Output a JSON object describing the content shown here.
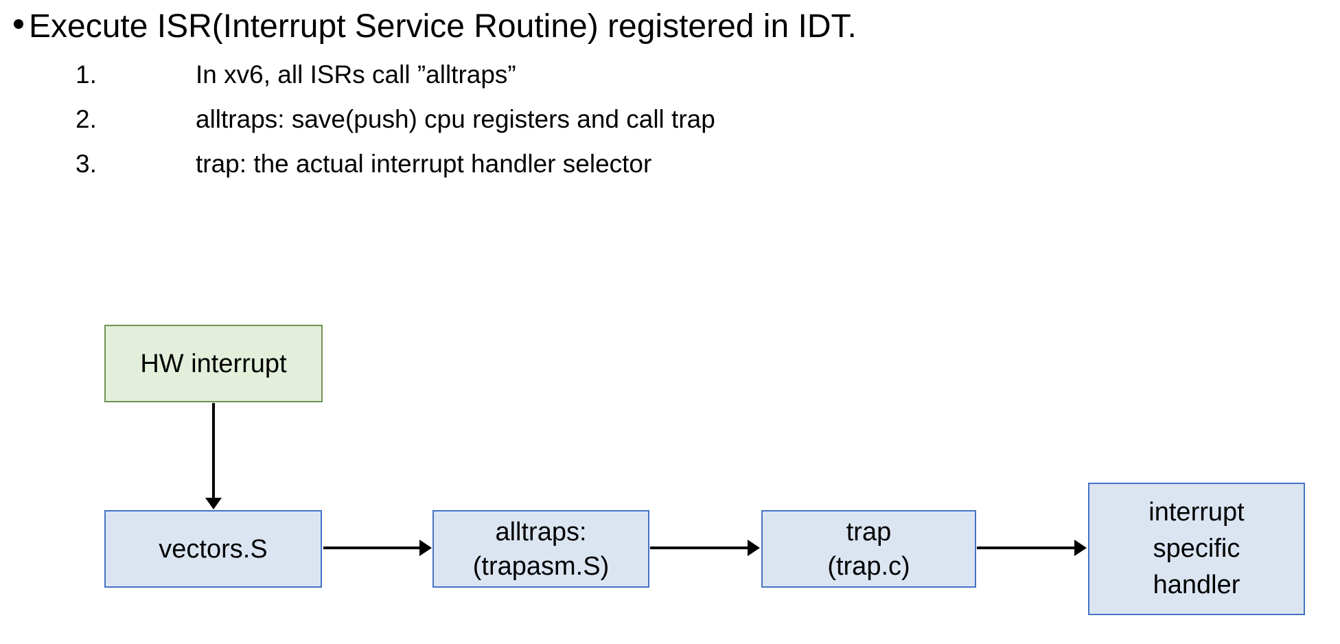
{
  "slide": {
    "title": "Execute ISR(Interrupt Service Routine) registered in IDT.",
    "items": [
      {
        "num": "1.",
        "text": "In xv6, all ISRs call ”alltraps”"
      },
      {
        "num": "2.",
        "text": "alltraps: save(push) cpu registers and call trap"
      },
      {
        "num": "3.",
        "text": "trap: the actual interrupt handler selector"
      }
    ]
  },
  "diagram": {
    "nodes": [
      {
        "id": "hw-interrupt",
        "type": "start",
        "lines": [
          "HW interrupt"
        ]
      },
      {
        "id": "vectors",
        "type": "step",
        "lines": [
          "vectors.S"
        ]
      },
      {
        "id": "alltraps",
        "type": "step",
        "lines": [
          "alltraps:",
          "(trapasm.S)"
        ]
      },
      {
        "id": "trap",
        "type": "step",
        "lines": [
          "trap",
          "(trap.c)"
        ]
      },
      {
        "id": "interrupt-specific-handler",
        "type": "step",
        "lines": [
          "interrupt",
          "specific",
          "handler"
        ]
      }
    ],
    "edges": [
      {
        "from": "hw-interrupt",
        "to": "vectors",
        "direction": "down"
      },
      {
        "from": "vectors",
        "to": "alltraps",
        "direction": "right"
      },
      {
        "from": "alltraps",
        "to": "trap",
        "direction": "right"
      },
      {
        "from": "trap",
        "to": "interrupt-specific-handler",
        "direction": "right"
      }
    ],
    "colors": {
      "start_fill": "#e3efda",
      "start_border": "#6f9150",
      "step_fill": "#dbe5f2",
      "step_border": "#4472c4",
      "arrow": "#000000",
      "text": "#000000"
    }
  }
}
